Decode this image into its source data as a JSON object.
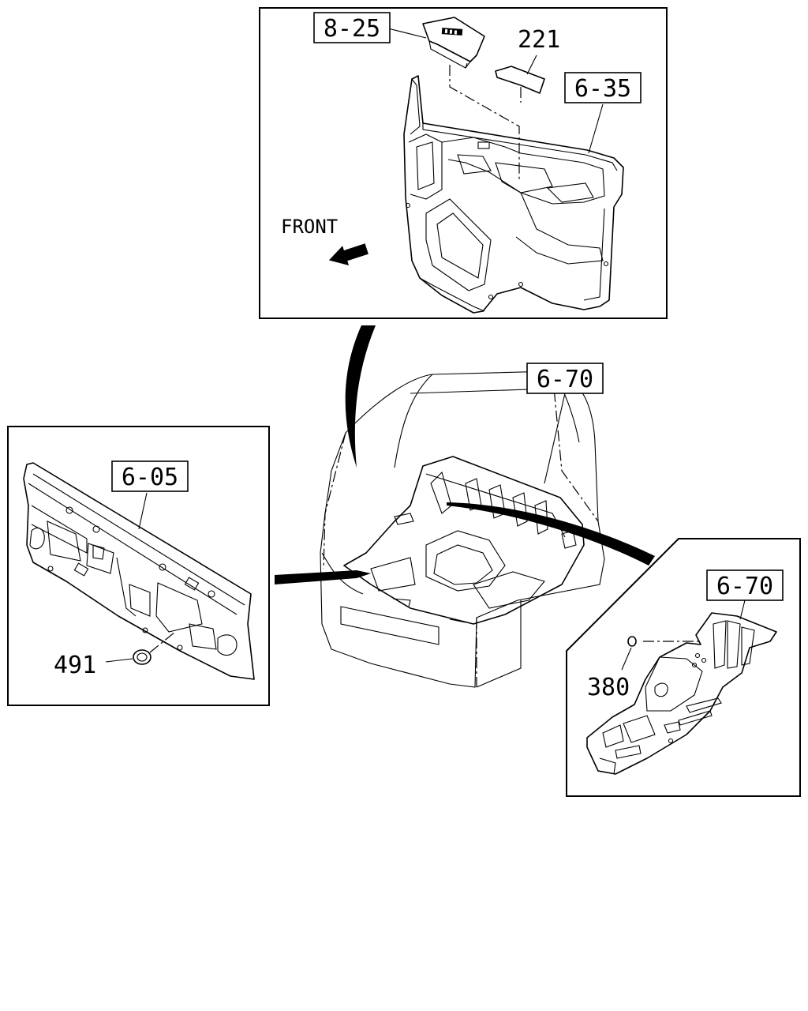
{
  "diagram": {
    "front_label": "FRONT",
    "callouts": {
      "door_switch_ref": "8-25",
      "door_clip": "221",
      "door_trim_ref": "6-35",
      "floor_ref_main": "6-70",
      "dash_panel_ref": "6-05",
      "grommet": "491",
      "floor_ref_detail": "6-70",
      "plug": "380"
    }
  }
}
